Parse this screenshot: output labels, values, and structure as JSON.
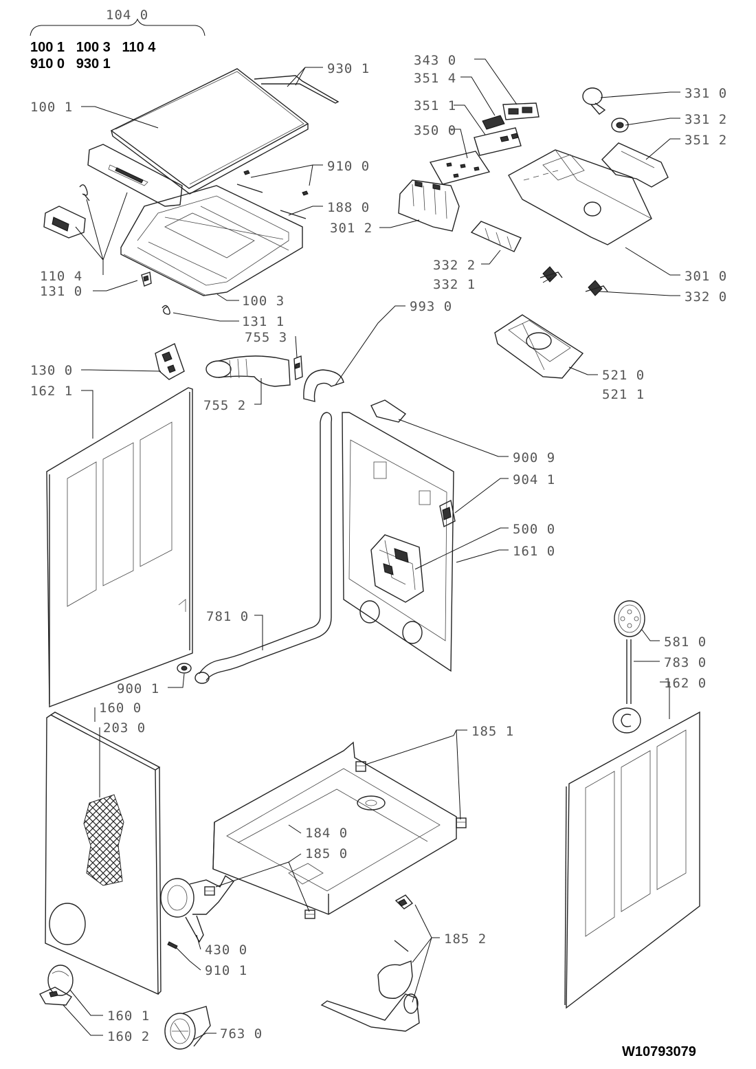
{
  "top_group": {
    "bracket_label": "104 0",
    "bold_line_1": "100 1   100 3   110 4",
    "bold_line_2": "910 0   930 1"
  },
  "document_id": "W10793079",
  "callouts": {
    "c930_1": "930 1",
    "c100_1": "100 1",
    "c910_0": "910 0",
    "c188_0": "188 0",
    "c110_4": "110 4",
    "c131_0": "131 0",
    "c100_3": "100 3",
    "c131_1": "131 1",
    "c343_0": "343 0",
    "c351_4": "351 4",
    "c351_1": "351 1",
    "c350_0": "350 0",
    "c301_2": "301 2",
    "c331_0": "331 0",
    "c331_2": "331 2",
    "c351_2": "351 2",
    "c332_2": "332 2",
    "c332_1": "332 1",
    "c301_0": "301 0",
    "c332_0": "332 0",
    "c993_0": "993 0",
    "c755_3": "755 3",
    "c130_0": "130 0",
    "c162_1": "162 1",
    "c755_2": "755 2",
    "c521_0": "521 0",
    "c521_1": "521 1",
    "c900_9": "900 9",
    "c904_1": "904 1",
    "c500_0": "500 0",
    "c161_0": "161 0",
    "c781_0": "781 0",
    "c581_0": "581 0",
    "c783_0": "783 0",
    "c162_0": "162 0",
    "c900_1": "900 1",
    "c160_0": "160 0",
    "c203_0": "203 0",
    "c185_1": "185 1",
    "c184_0": "184 0",
    "c185_0": "185 0",
    "c430_0": "430 0",
    "c910_1": "910 1",
    "c185_2": "185 2",
    "c160_1": "160 1",
    "c160_2": "160 2",
    "c763_0": "763 0"
  }
}
